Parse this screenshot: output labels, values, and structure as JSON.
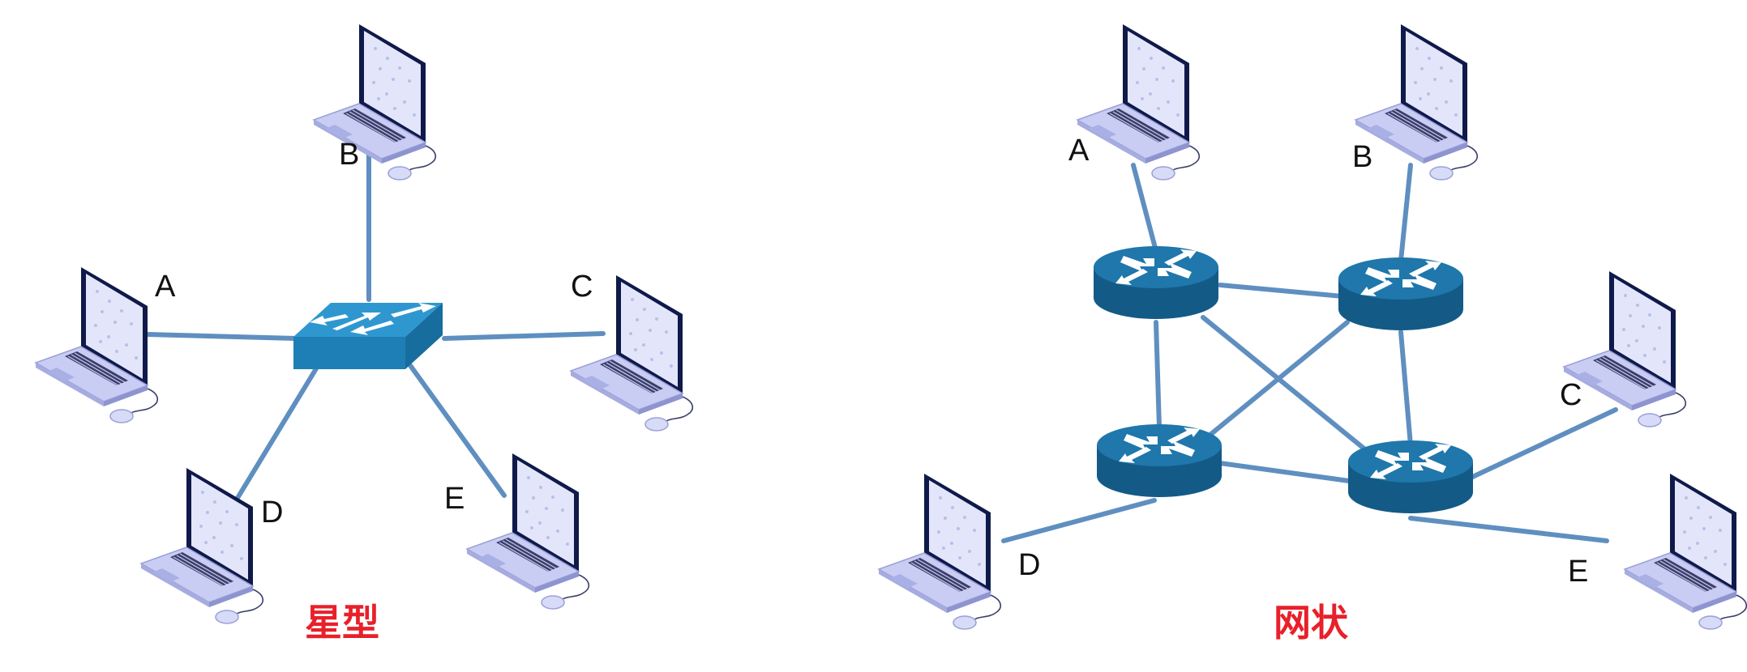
{
  "colors": {
    "link": "#5f8fc0",
    "caption": "#e8202a",
    "switch_top": "#2f97d0",
    "switch_front": "#1e7fb6",
    "switch_side": "#166d9e",
    "router_top": "#1f77ab",
    "router_side": "#135a87",
    "router_arrow": "#ffffff",
    "laptop_screen": "#e3e6fb",
    "laptop_body": "#c9cdf3",
    "laptop_edge": "#0f1a4a"
  },
  "icons": {
    "host": "laptop-icon",
    "hub": "switch-icon",
    "relay": "router-icon",
    "pointer": "mouse-icon"
  },
  "star": {
    "caption": "星型",
    "labels": {
      "A": "A",
      "B": "B",
      "C": "C",
      "D": "D",
      "E": "E"
    }
  },
  "mesh": {
    "caption": "网状",
    "labels": {
      "A": "A",
      "B": "B",
      "C": "C",
      "D": "D",
      "E": "E"
    }
  }
}
